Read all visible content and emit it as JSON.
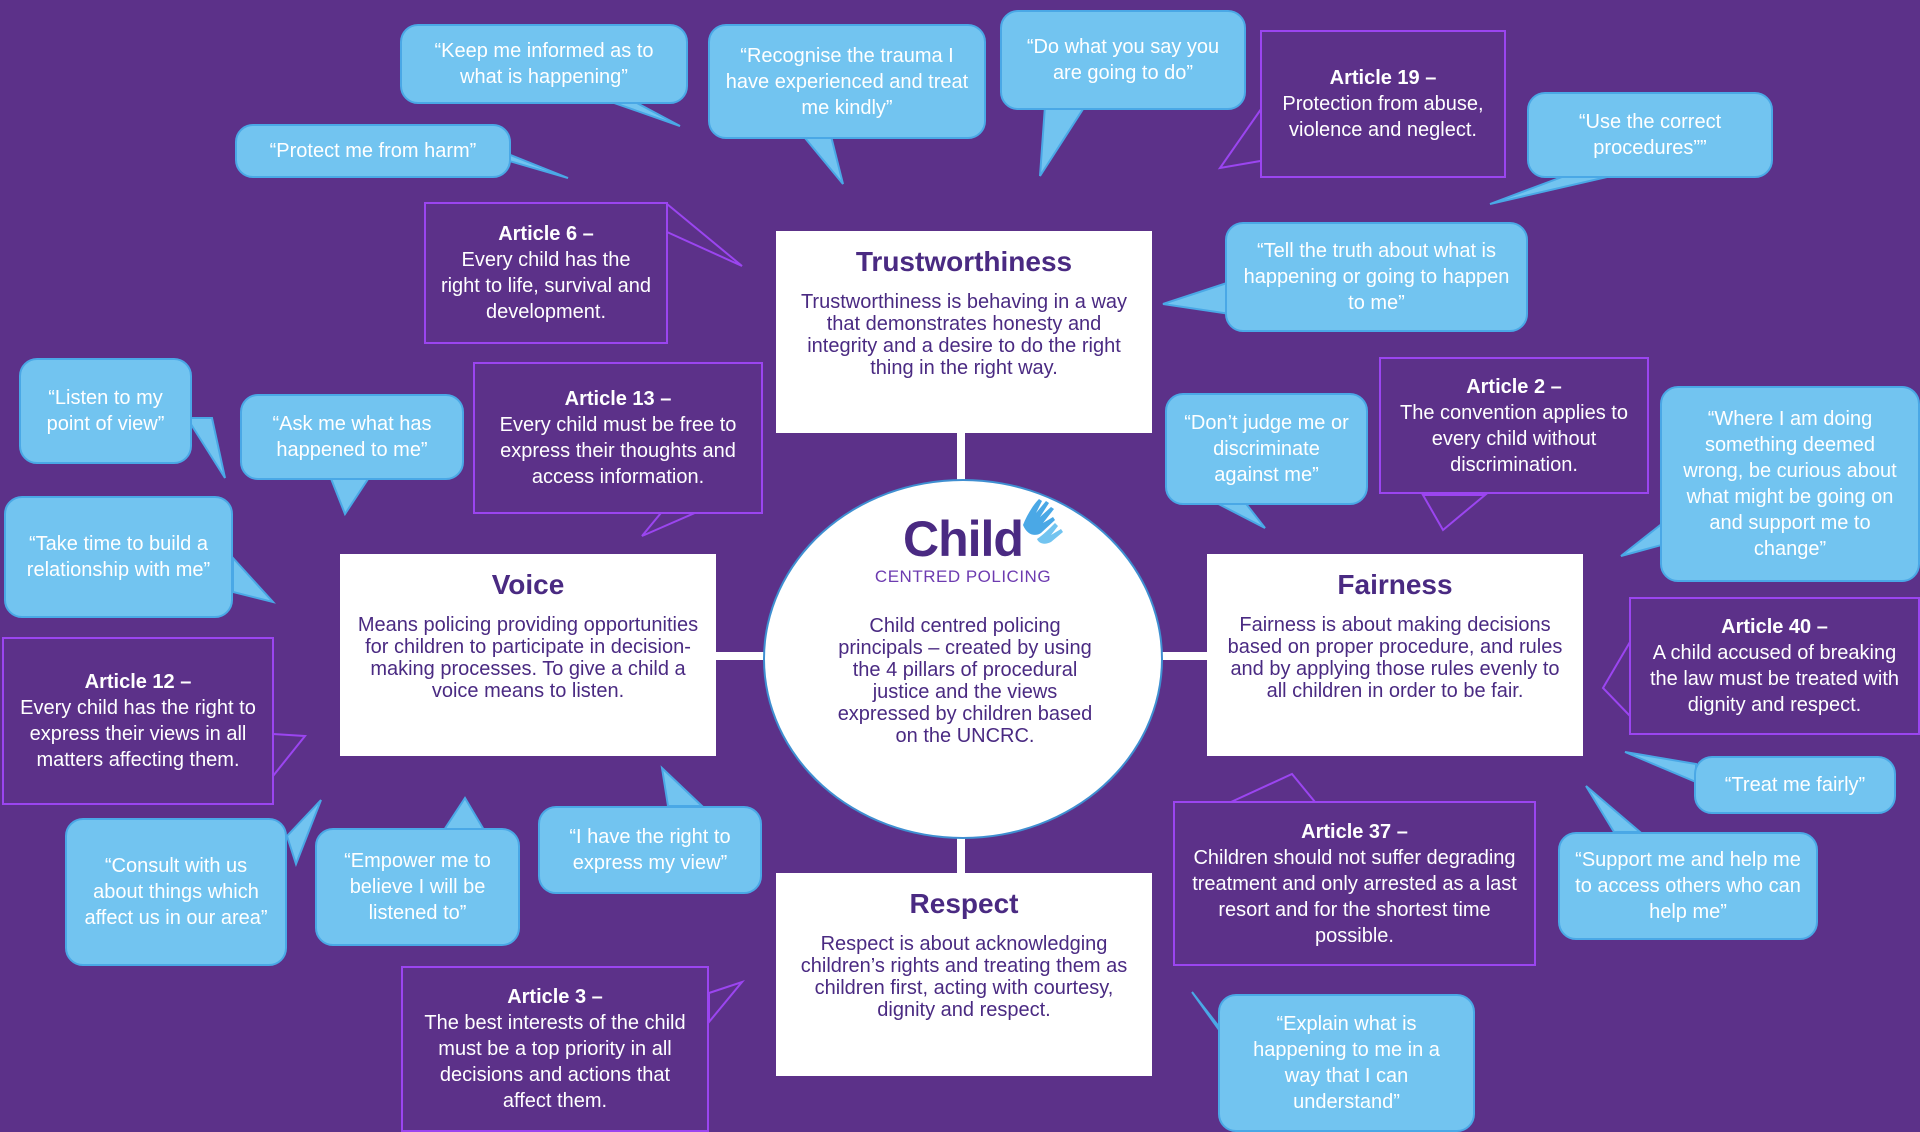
{
  "center": {
    "logo_word": "Child",
    "logo_sub": "CENTRED POLICING",
    "text": "Child centred policing principals – created by using the 4 pillars of procedural justice and the views expressed by children based on the UNCRC."
  },
  "pillars": {
    "trustworthiness": {
      "title": "Trustworthiness",
      "desc": "Trustworthiness is behaving in a way that demonstrates honesty and integrity and a desire to do the right thing in the right way."
    },
    "voice": {
      "title": "Voice",
      "desc": "Means policing providing opportunities for children to participate in decision-making processes. To give a child a voice means to listen."
    },
    "fairness": {
      "title": "Fairness",
      "desc": "Fairness is about making decisions based on proper procedure, and rules and by applying those rules evenly to all children in order to be fair."
    },
    "respect": {
      "title": "Respect",
      "desc": "Respect is about acknowledging children’s rights and treating them as children first, acting with courtesy, dignity and respect."
    }
  },
  "articles": {
    "a19": {
      "title": "Article 19 –",
      "text": "Protection from abuse, violence and neglect."
    },
    "a6": {
      "title": "Article 6 –",
      "text": "Every child has the right to life, survival and development."
    },
    "a13": {
      "title": "Article 13 –",
      "text": "Every child must be free to express their thoughts and access information."
    },
    "a2": {
      "title": "Article 2 –",
      "text": "The convention applies to every child without discrimination."
    },
    "a12": {
      "title": "Article 12 –",
      "text": "Every child has the right to express their views in all matters affecting them."
    },
    "a40": {
      "title": "Article 40 –",
      "text": "A child accused of breaking the law must be treated with dignity and respect."
    },
    "a37": {
      "title": "Article 37 –",
      "text": "Children should not suffer degrading treatment and only arrested as a last resort and for the shortest time possible."
    },
    "a3": {
      "title": "Article 3 –",
      "text": "The best interests of the child must be a top priority in all decisions and actions that affect them."
    }
  },
  "quotes": {
    "keep_informed": "“Keep me informed as to what is happening”",
    "recognise_trauma": "“Recognise the trauma I have experienced and treat me kindly”",
    "do_what_you_say": "“Do what you say you are going to do”",
    "protect_from_harm": "“Protect me from harm”",
    "correct_procedures": "“Use the correct procedures””",
    "tell_truth": "“Tell the truth about what is happening or going to happen to me”",
    "listen_view": "“Listen to my point of view”",
    "ask_me": "“Ask me what has happened to me”",
    "dont_judge": "“Don’t judge me or discriminate against me”",
    "where_doing": "“Where I am doing something deemed wrong, be curious about what might be going on and support me to change”",
    "take_time": "“Take time to build a relationship with me”",
    "consult": "“Consult with us about things which affect us in our area”",
    "empower": "“Empower me to believe I will be listened to”",
    "right_express": "“I have the right to express my view”",
    "treat_fairly": "“Treat me fairly”",
    "support_access": "“Support me and help me to access others who can help me”",
    "explain": "“Explain what is happening to me in a way that I can understand”"
  }
}
